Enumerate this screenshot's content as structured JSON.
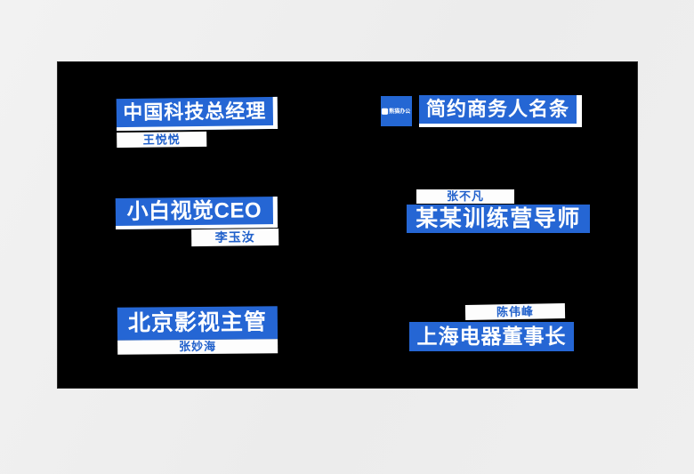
{
  "page": {
    "background": "#ededed"
  },
  "video_frame": {
    "background": "#000000"
  },
  "colors": {
    "badge_blue": "#2566d4",
    "badge_edge_white": "#ffffff",
    "title_text": "#ffffff",
    "name_text": "#2161cb"
  },
  "watermark": {
    "label": "熊猫办公",
    "icon": "panda-office-logo"
  },
  "header": {
    "title": "简约商务人名条"
  },
  "name_tags": [
    {
      "title": "中国科技总经理",
      "name": "王悦悦"
    },
    {
      "title": "小白视觉CEO",
      "name": "李玉汝"
    },
    {
      "title": "北京影视主管",
      "name": "张妙海"
    },
    {
      "title": "某某训练营导师",
      "name": "张不凡"
    },
    {
      "title": "上海电器董事长",
      "name": "陈伟峰"
    }
  ]
}
